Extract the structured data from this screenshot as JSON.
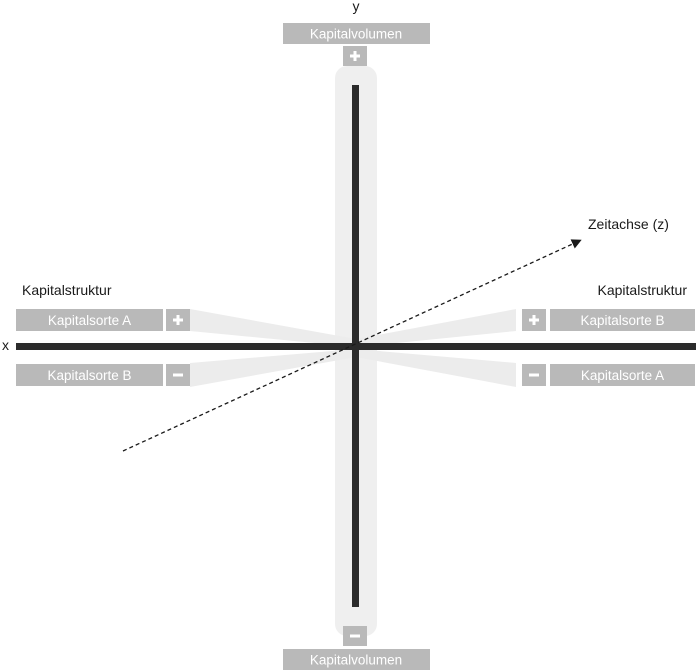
{
  "axes": {
    "y_label": "y",
    "x_label": "x",
    "z_label": "Zeitachse (z)"
  },
  "vertical": {
    "top_box": "Kapitalvolumen",
    "top_sign": "+",
    "bottom_box": "Kapitalvolumen",
    "bottom_sign": "−"
  },
  "left": {
    "heading": "Kapitalstruktur",
    "upper_box": "Kapitalsorte A",
    "upper_sign": "+",
    "lower_box": "Kapitalsorte B",
    "lower_sign": "−"
  },
  "right": {
    "heading": "Kapitalstruktur",
    "upper_box": "Kapitalsorte B",
    "upper_sign": "+",
    "lower_box": "Kapitalsorte A",
    "lower_sign": "−"
  },
  "colors": {
    "axis": "#2b2b2b",
    "box": "#b9b9b9",
    "band": "#efefef"
  }
}
